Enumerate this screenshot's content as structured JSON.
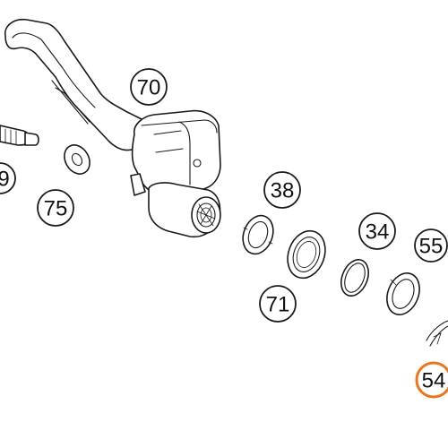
{
  "callouts": [
    {
      "id": "70",
      "label": "70",
      "highlighted": false
    },
    {
      "id": "9",
      "label": "9",
      "highlighted": false
    },
    {
      "id": "75",
      "label": "75",
      "highlighted": false
    },
    {
      "id": "38",
      "label": "38",
      "highlighted": false
    },
    {
      "id": "34",
      "label": "34",
      "highlighted": false
    },
    {
      "id": "55",
      "label": "55",
      "highlighted": false
    },
    {
      "id": "71",
      "label": "71",
      "highlighted": false
    },
    {
      "id": "54",
      "label": "54",
      "highlighted": true
    }
  ],
  "colors": {
    "highlight": "#e8761e",
    "line": "#1a1a1a",
    "background": "#ffffff"
  }
}
